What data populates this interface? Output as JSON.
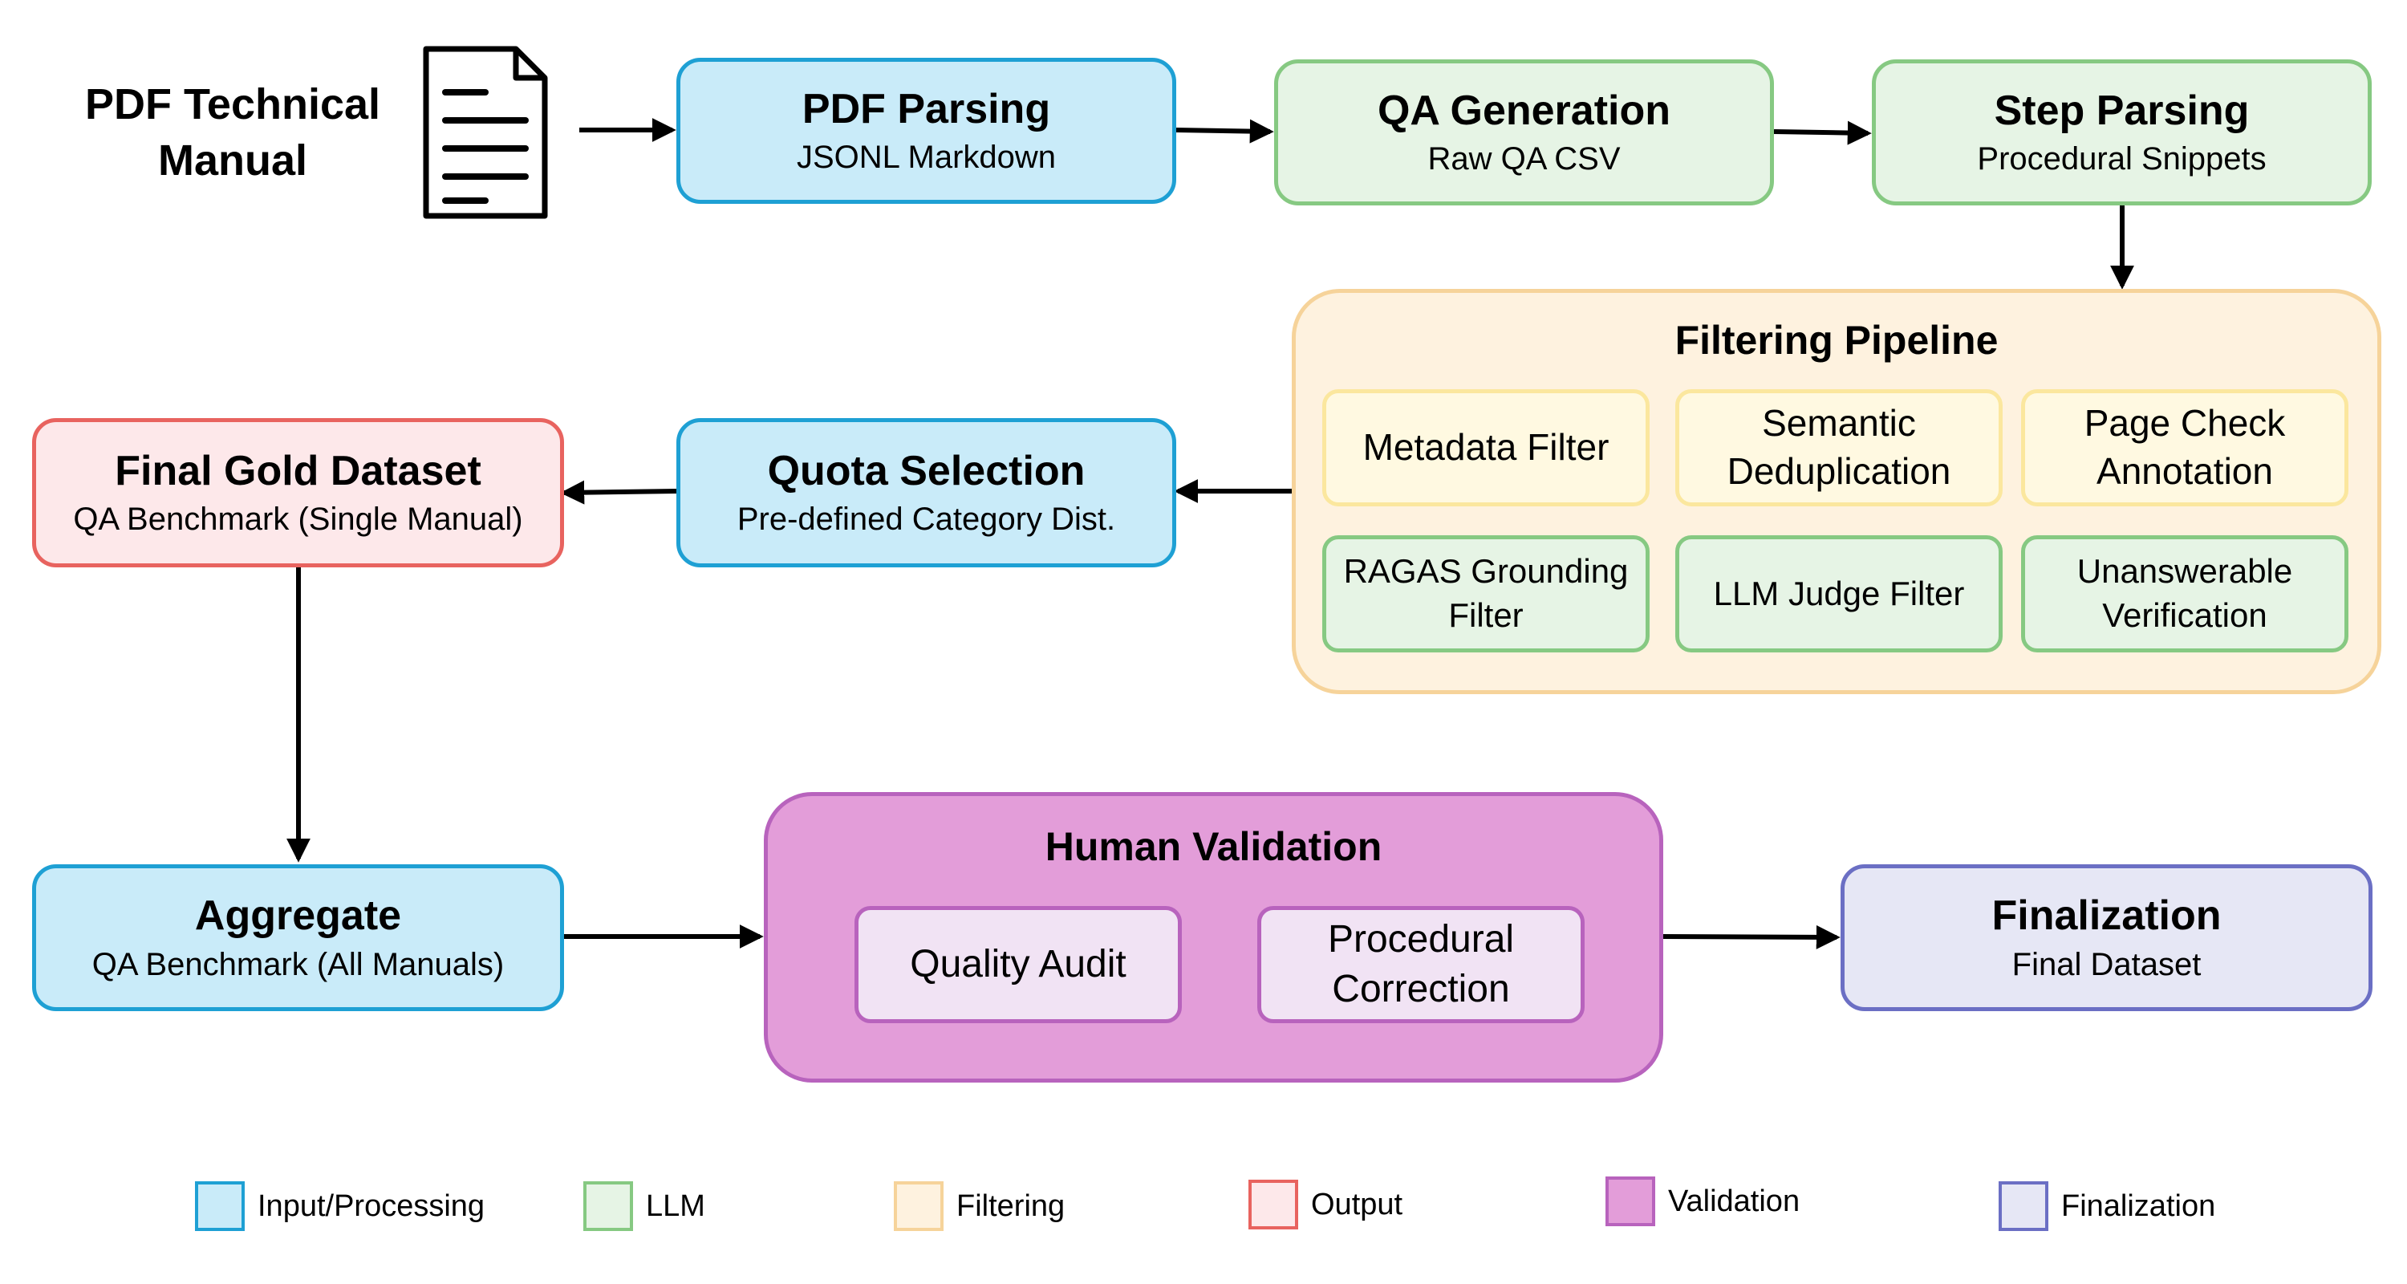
{
  "source": {
    "label": "PDF Technical Manual",
    "icon": "document-icon"
  },
  "nodes": {
    "pdf_parsing": {
      "title": "PDF Parsing",
      "subtitle": "JSONL Markdown"
    },
    "qa_generation": {
      "title": "QA Generation",
      "subtitle": "Raw QA CSV"
    },
    "step_parsing": {
      "title": "Step Parsing",
      "subtitle": "Procedural Snippets"
    },
    "filtering_pipeline": {
      "title": "Filtering Pipeline",
      "filters": [
        "Metadata Filter",
        "Semantic Deduplication",
        "Page Check Annotation",
        "RAGAS Grounding Filter",
        "LLM Judge Filter",
        "Unanswerable Verification"
      ]
    },
    "quota_selection": {
      "title": "Quota Selection",
      "subtitle": "Pre-defined Category Dist."
    },
    "final_gold_dataset": {
      "title": "Final Gold Dataset",
      "subtitle": "QA Benchmark (Single Manual)"
    },
    "aggregate": {
      "title": "Aggregate",
      "subtitle": "QA Benchmark (All Manuals)"
    },
    "human_validation": {
      "title": "Human Validation",
      "steps": [
        "Quality Audit",
        "Procedural Correction"
      ]
    },
    "finalization": {
      "title": "Finalization",
      "subtitle": "Final Dataset"
    }
  },
  "legend": [
    {
      "label": "Input/Processing",
      "color": "#c9ebf9",
      "border": "#1ea0d4"
    },
    {
      "label": "LLM",
      "color": "#e6f4e5",
      "border": "#86c982"
    },
    {
      "label": "Filtering",
      "color": "#fef2df",
      "border": "#f6d39a"
    },
    {
      "label": "Output",
      "color": "#fde8ea",
      "border": "#e8635f"
    },
    {
      "label": "Validation",
      "color": "#e39dd9",
      "border": "#b863bd"
    },
    {
      "label": "Finalization",
      "color": "#e6e7f5",
      "border": "#6b6fc4"
    }
  ]
}
